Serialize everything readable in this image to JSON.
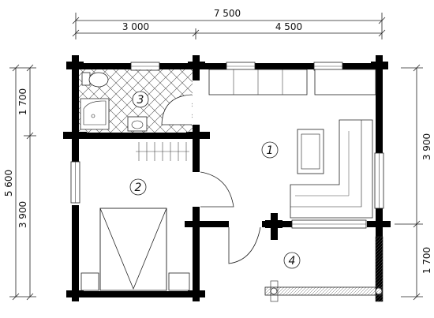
{
  "dimensions": {
    "top_total": "7 500",
    "top_left": "3 000",
    "top_right": "4 500",
    "left_total": "5 600",
    "left_upper": "1 700",
    "left_lower": "3 900",
    "right_upper": "3 900",
    "right_lower": "1 700"
  },
  "rooms": {
    "room1": "1",
    "room2": "2",
    "room3": "3",
    "room4": "4"
  },
  "colors": {
    "wall": "#000000",
    "line": "#222222",
    "background": "#ffffff"
  }
}
